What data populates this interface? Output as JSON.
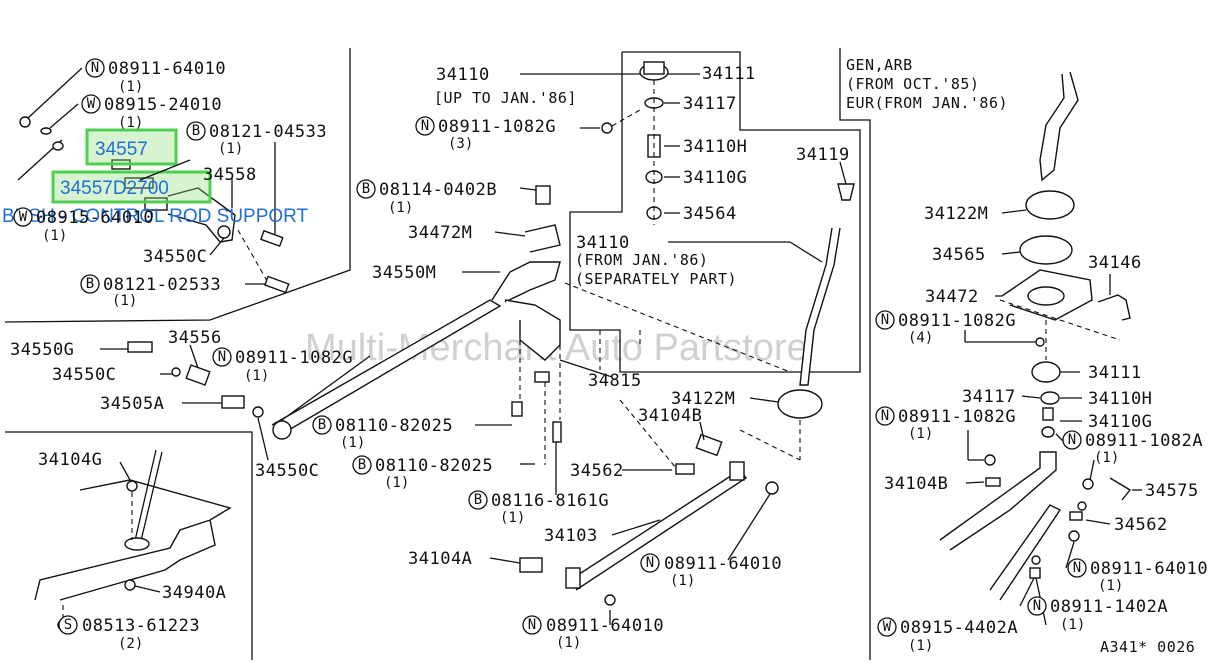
{
  "watermark": "Multi-Merchant Auto Partstore",
  "highlights": [
    {
      "text": "34557",
      "key": "h1"
    },
    {
      "text": "34557D2700",
      "key": "h2"
    }
  ],
  "bush_label": "BUSH - CONTROL ROD SUPPORT",
  "notes": {
    "gen_arb": [
      "GEN,ARB",
      "(FROM OCT.'85)",
      "EUR(FROM JAN.'86)"
    ],
    "up_to": "[UP TO JAN.'86]",
    "from_jan": [
      "(FROM JAN.'86)",
      "(SEPARATELY PART)"
    ],
    "code": "A341* 0026"
  },
  "labels": {
    "l1": "08911-64010",
    "l1s": "(1)",
    "l2": "08915-24010",
    "l2s": "(1)",
    "l3": "08121-04533",
    "l3s": "(1)",
    "l4": "34558",
    "l5": "08915-64010",
    "l5s": "(1)",
    "l6": "34550C",
    "l7": "08121-02533",
    "l7s": "(1)",
    "l8": "34550G",
    "l9": "34556",
    "l10": "08911-1082G",
    "l10s": "(1)",
    "l11": "34550C",
    "l12": "34505A",
    "l13": "34550C",
    "l14": "34104G",
    "l15": "34940A",
    "l16": "08513-61223",
    "l16s": "(2)",
    "l17": "34110",
    "l18": "08911-1082G",
    "l18s": "(3)",
    "l19": "08114-0402B",
    "l19s": "(1)",
    "l20": "34472M",
    "l21": "34550M",
    "l22": "34111",
    "l23": "34117",
    "l24": "34110H",
    "l25": "34110G",
    "l26": "34564",
    "l27": "34110",
    "l28": "34119",
    "l29": "34815",
    "l30": "08110-82025",
    "l30s": "(1)",
    "l31": "08110-82025",
    "l31s": "(1)",
    "l32": "34122M",
    "l33": "34104B",
    "l34": "34562",
    "l35": "08116-8161G",
    "l35s": "(1)",
    "l36": "34103",
    "l37": "34104A",
    "l38": "08911-64010",
    "l38s": "(1)",
    "l39": "08911-64010",
    "l39s": "(1)",
    "l40": "34122M",
    "l41": "34565",
    "l42": "34146",
    "l43": "34472",
    "l44": "08911-1082G",
    "l44s": "(4)",
    "l45": "34111",
    "l46": "34117",
    "l47": "34110H",
    "l48": "08911-1082G",
    "l48s": "(1)",
    "l49": "34110G",
    "l50": "08911-1082A",
    "l50s": "(1)",
    "l51": "34104B",
    "l52": "34575",
    "l53": "34562",
    "l54": "08911-64010",
    "l54s": "(1)",
    "l55": "08911-1402A",
    "l55s": "(1)",
    "l56": "08915-4402A",
    "l56s": "(1)"
  },
  "prefixes": {
    "N": "N",
    "W": "W",
    "B": "B",
    "S": "S"
  }
}
